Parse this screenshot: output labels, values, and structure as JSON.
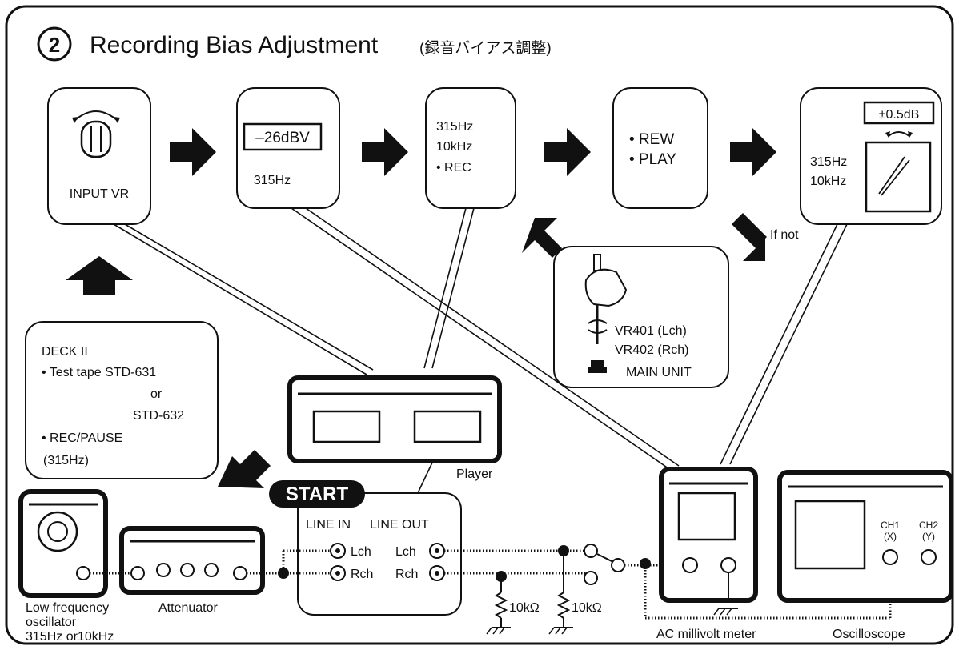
{
  "title": {
    "number": "2",
    "main": "Recording Bias Adjustment",
    "japanese": "(録音バイアス調整)"
  },
  "steps": {
    "input_vr": "INPUT VR",
    "level_box": "–26dBV",
    "level_freq": "315Hz",
    "rec_lines": [
      "315Hz",
      "10kHz",
      "• REC"
    ],
    "play_lines": [
      "• REW",
      "• PLAY"
    ],
    "tolerance": "±0.5dB",
    "meter_freqs": [
      "315Hz",
      "10kHz"
    ]
  },
  "if_not": "If not",
  "adjust": {
    "vr_lines": [
      "VR401 (Lch)",
      "VR402 (Rch)"
    ],
    "unit": "MAIN UNIT"
  },
  "deck": {
    "lines": [
      "DECK II",
      "• Test tape STD-631",
      "or",
      "STD-632",
      "• REC/PAUSE",
      "(315Hz)"
    ]
  },
  "start": "START",
  "player": "Player",
  "jacks": {
    "line_in": "LINE IN",
    "line_out": "LINE OUT",
    "lch": "Lch",
    "rch": "Rch"
  },
  "resistors": [
    "10kΩ",
    "10kΩ"
  ],
  "equipment": {
    "oscillator": [
      "Low frequency",
      "oscillator",
      "315Hz or10kHz"
    ],
    "attenuator": "Attenuator",
    "millivolt": "AC millivolt meter",
    "oscilloscope": "Oscilloscope",
    "ch1": [
      "CH1",
      "(X)"
    ],
    "ch2": [
      "CH2",
      "(Y)"
    ]
  }
}
